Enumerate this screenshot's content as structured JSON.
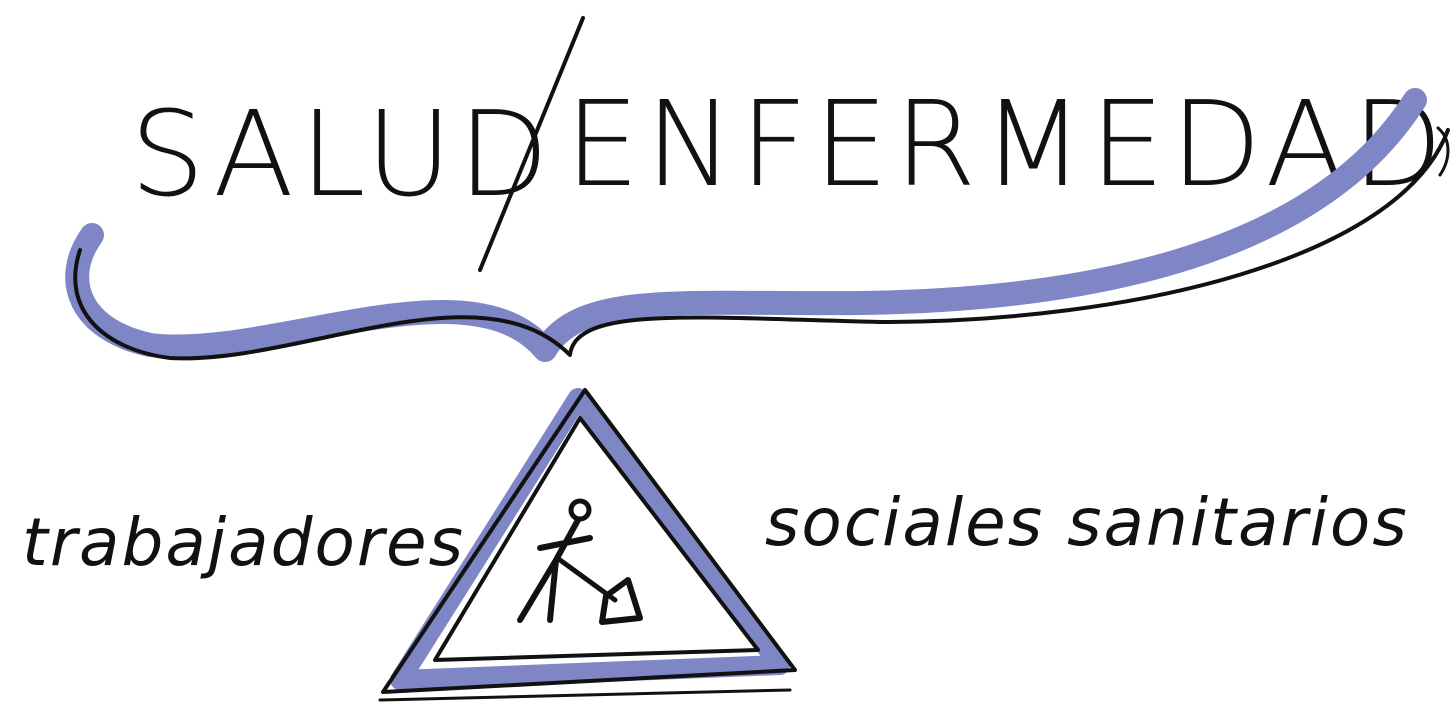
{
  "title": {
    "left": "SALUD",
    "right": "ENFERMEDAD"
  },
  "captions": {
    "left": "trabajadores",
    "right": "sociales sanitarios"
  },
  "icons": {
    "warning": "roadwork-warning-sign-icon",
    "figure": "worker-with-shovel-icon"
  },
  "colors": {
    "marker": "#7f86c6",
    "ink": "#111111"
  }
}
